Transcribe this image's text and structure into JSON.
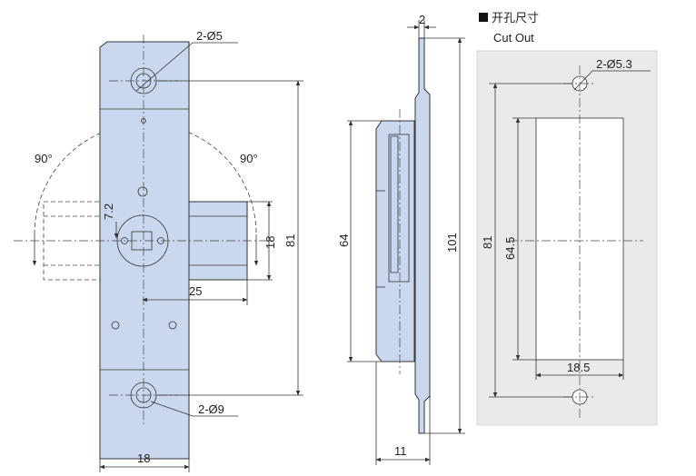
{
  "front_view": {
    "top_hole_label": "2-Ø5",
    "bottom_hole_label": "2-Ø9",
    "angle_left": "90°",
    "angle_right": "90°",
    "dim_spindle_offset": "7.2",
    "dim_bolt_height": "18",
    "dim_total_height": "81",
    "dim_bolt_throw": "25",
    "dim_plate_width": "18"
  },
  "side_view": {
    "dim_flange_thickness": "2",
    "dim_case_height": "64",
    "dim_total_height": "101",
    "dim_depth": "11"
  },
  "cutout": {
    "title_cn": "开孔尺寸",
    "title_en": "Cut Out",
    "hole_label": "2-Ø5.3",
    "dim_hole_pitch": "81",
    "dim_slot_height": "64.5",
    "dim_slot_width": "18.5"
  },
  "colors": {
    "part_fill": "#c9d8ee",
    "panel_fill": "#eaeaea",
    "line": "#333333"
  }
}
